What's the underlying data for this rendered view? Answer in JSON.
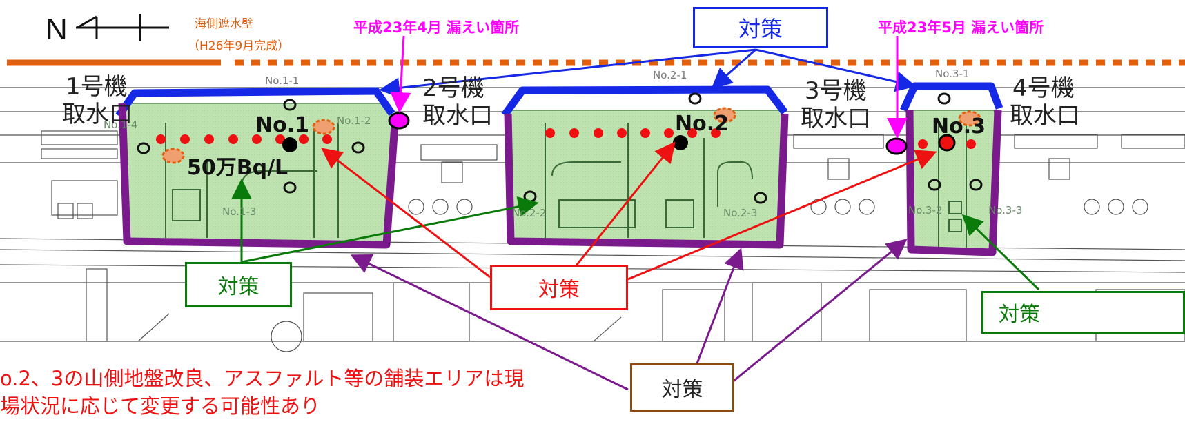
{
  "compass": {
    "letter": "N"
  },
  "seawall": {
    "line1": "海側遮水壁",
    "line2": "（H26年9月完成）"
  },
  "leaks": {
    "april": "平成23年4月 漏えい箇所",
    "may": "平成23年5月 漏えい箇所"
  },
  "units": [
    {
      "name": "1号機",
      "intake": "取水口"
    },
    {
      "name": "2号機",
      "intake": "取水口"
    },
    {
      "name": "3号機",
      "intake": "取水口"
    },
    {
      "name": "4号機",
      "intake": "取水口"
    }
  ],
  "areas": [
    {
      "well": "No.1",
      "subs": [
        "No.1-1",
        "No.1-2",
        "No.1-3",
        "No.1-4"
      ]
    },
    {
      "well": "No.2",
      "subs": [
        "No.2-1",
        "No.2-2",
        "No.2-3"
      ]
    },
    {
      "well": "No.3",
      "subs": [
        "No.3-1",
        "No.3-2",
        "No.3-3"
      ]
    }
  ],
  "concentration": "50万Bq/L",
  "callouts": {
    "blue": "対策",
    "green": "対策",
    "red": "対策",
    "purple": "対策",
    "green_right": "対策"
  },
  "note": {
    "line1": "o.2、3の山側地盤改良、アスファルト等の舗装エリアは現",
    "line2": "場状況に応じて変更する可能性あり"
  },
  "colors": {
    "seawall": "#e06010",
    "blue": "#1428e6",
    "green": "#0a7a0a",
    "red": "#ee1111",
    "purple": "#7a1a8c",
    "area_fill": "#bfe3b0",
    "leak": "#ff00ff",
    "orange": "#e06010"
  }
}
